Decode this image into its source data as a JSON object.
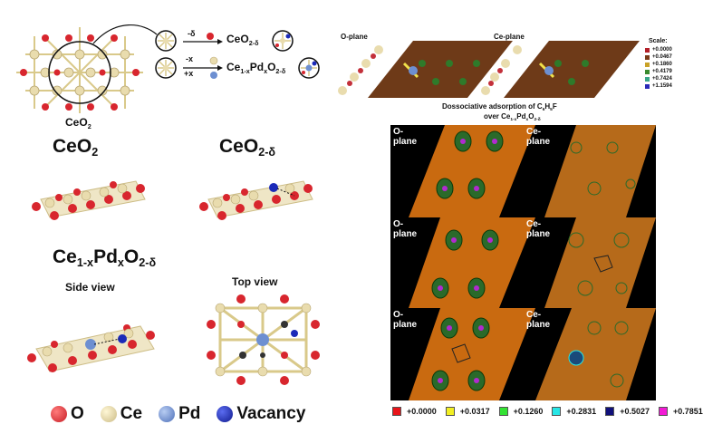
{
  "top_left": {
    "ceo2_caption": "CeO",
    "ceo2_caption_sub": "2",
    "arrow1_label": "-δ",
    "arrow2_top": "-x",
    "arrow2_bottom": "+x",
    "prod1_main": "CeO",
    "prod1_sub": "2-δ",
    "prod2_a": "Ce",
    "prod2_a_sub": "1-x",
    "prod2_b": "Pd",
    "prod2_b_sub": "x",
    "prod2_c": "O",
    "prod2_c_sub": "2-δ"
  },
  "structures": {
    "ceo2_title": "CeO",
    "ceo2_sub": "2",
    "ceo2d_title": "CeO",
    "ceo2d_sub": "2-δ",
    "cepd_a": "Ce",
    "cepd_a_sub": "1-x",
    "cepd_b": "Pd",
    "cepd_b_sub": "x",
    "cepd_c": "O",
    "cepd_c_sub": "2-δ",
    "side_view": "Side view",
    "top_view": "Top view"
  },
  "atom_legend": [
    {
      "label": "O",
      "color": "#d8262e"
    },
    {
      "label": "Ce",
      "color": "#e9dcae"
    },
    {
      "label": "Pd",
      "color": "#6d8fd1"
    },
    {
      "label": "Vacancy",
      "color": "#1b2ab8"
    }
  ],
  "top_right": {
    "o_plane": "O-plane",
    "ce_plane": "Ce-plane",
    "scale_title": "Scale:",
    "scale": [
      {
        "value": "+0.0000",
        "color": "#b3202a"
      },
      {
        "value": "+0.0467",
        "color": "#7a3a18"
      },
      {
        "value": "+0.1860",
        "color": "#c9a227"
      },
      {
        "value": "+0.4179",
        "color": "#3a8a2e"
      },
      {
        "value": "+0.7424",
        "color": "#3aa88a"
      },
      {
        "value": "+1.1594",
        "color": "#2a2ab8"
      }
    ],
    "title_line1_a": "Dossociative adsorption of C",
    "title_line1_sub1": "6",
    "title_line1_b": "H",
    "title_line1_sub2": "5",
    "title_line1_c": "F",
    "title_line2_a": "over Ce",
    "title_line2_sub1": "1-x",
    "title_line2_b": "Pd",
    "title_line2_sub2": "x",
    "title_line2_c": "O",
    "title_line2_sub3": "2-δ"
  },
  "maps": [
    {
      "left": "O-\nplane",
      "right": "Ce-\nplane"
    },
    {
      "left": "O-\nplane",
      "right": "Ce-\nplane"
    },
    {
      "left": "O-\nplane",
      "right": "Ce-\nplane"
    }
  ],
  "map_legend": [
    {
      "value": "+0.0000",
      "color": "#e8141a"
    },
    {
      "value": "+0.0317",
      "color": "#f2ef23"
    },
    {
      "value": "+0.1260",
      "color": "#33e233"
    },
    {
      "value": "+0.2831",
      "color": "#27e6e6"
    },
    {
      "value": "+0.5027",
      "color": "#10107a"
    },
    {
      "value": "+0.7851",
      "color": "#f21bd5"
    }
  ]
}
